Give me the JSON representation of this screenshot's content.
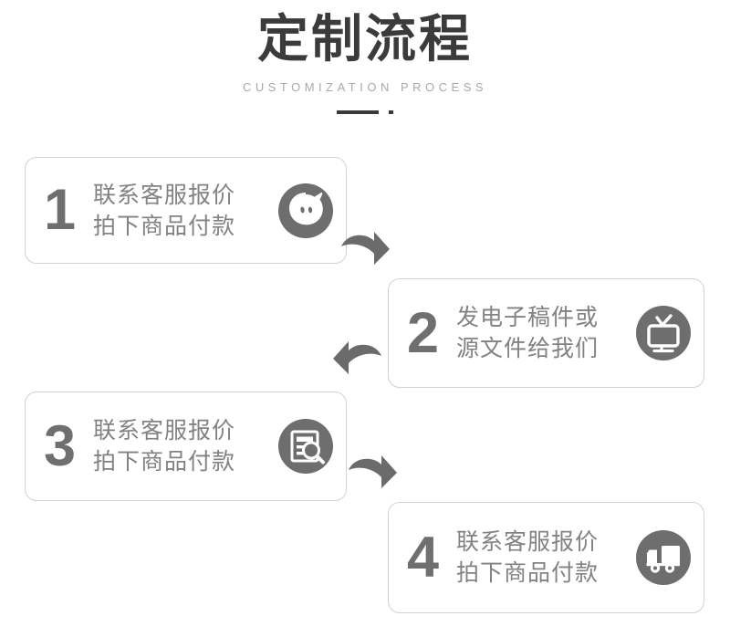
{
  "header": {
    "title": "定制流程",
    "subtitle": "CUSTOMIZATION PROCESS",
    "divider_dash": "",
    "divider_dot": ""
  },
  "colors": {
    "title": "#3b3b3b",
    "subtitle": "#a9a9a9",
    "number": "#6f6f6f",
    "text": "#828282",
    "icon": "#6e6e6e",
    "border": "#d2d2d2",
    "arrow": "#6b6b6b",
    "background": "#ffffff"
  },
  "steps": [
    {
      "number": "1",
      "line1": "联系客服报价",
      "line2": "拍下商品付款",
      "icon": "wangwang-chat-icon"
    },
    {
      "number": "2",
      "line1": "发电子稿件或",
      "line2": "源文件给我们",
      "icon": "monitor-tv-icon"
    },
    {
      "number": "3",
      "line1": "联系客服报价",
      "line2": "拍下商品付款",
      "icon": "document-search-icon"
    },
    {
      "number": "4",
      "line1": "联系客服报价",
      "line2": "拍下商品付款",
      "icon": "delivery-truck-icon"
    }
  ],
  "arrows": [
    {
      "name": "arrow-step1-to-step2",
      "direction": "down-right"
    },
    {
      "name": "arrow-step2-to-step3",
      "direction": "down-left"
    },
    {
      "name": "arrow-step3-to-step4",
      "direction": "down-right"
    }
  ]
}
